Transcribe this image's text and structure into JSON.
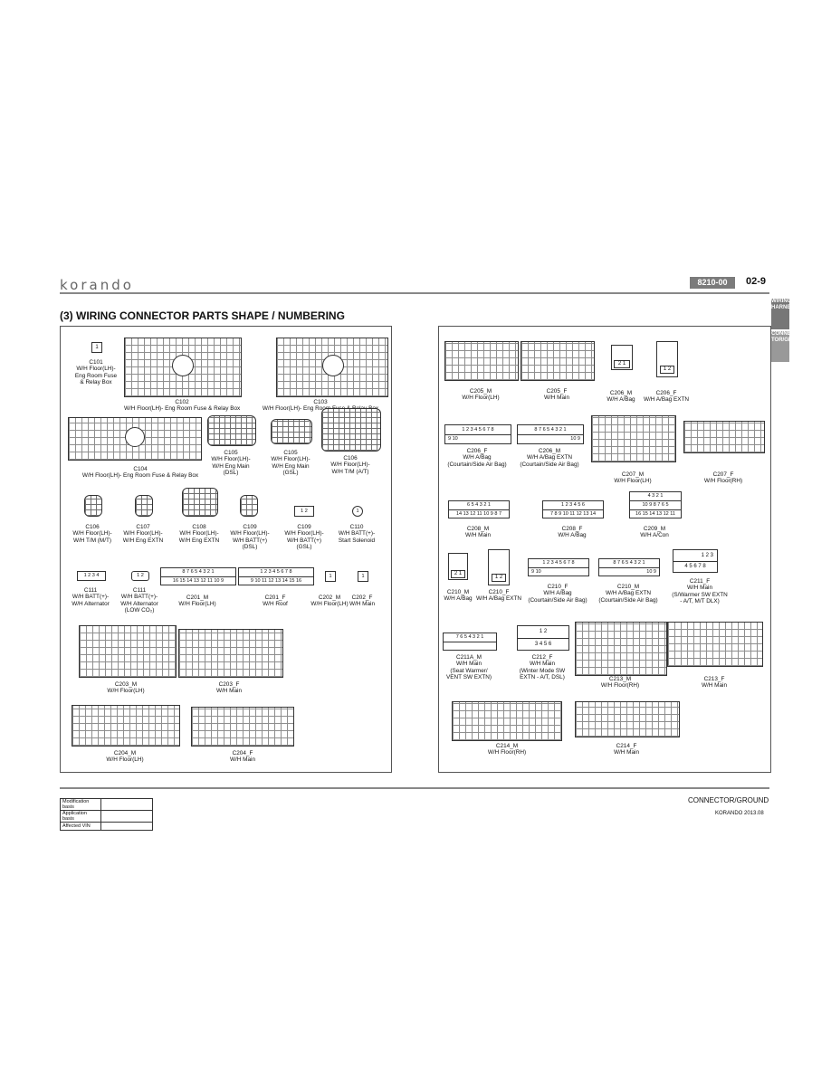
{
  "header": {
    "brand": "korando",
    "code": "8210-00",
    "page": "02-9"
  },
  "side_tabs": [
    "WIRING HARNES",
    "CONNEC TOR/GR"
  ],
  "heading": "(3) WIRING CONNECTOR PARTS SHAPE / NUMBERING",
  "left": {
    "c101": "C101\nW/H Floor(LH)-\nEng Room Fuse\n& Relay Box",
    "c102": "C102\nW/H Floor(LH)- Eng Room Fuse & Relay Box",
    "c103": "C103\nW/H Floor(LH)- Eng Room Fuse & Relay Box",
    "c104": "C104\nW/H Floor(LH)- Eng Room Fuse & Relay Box",
    "c105a": "C105\nW/H Floor(LH)-\nW/H Eng Main\n(DSL)",
    "c105b": "C105\nW/H Floor(LH)-\nW/H Eng Main\n(GSL)",
    "c106a": "C106\nW/H Floor(LH)-\nW/H T/M (A/T)",
    "c106b": "C106\nW/H Floor(LH)-\nW/H T/M (M/T)",
    "c107": "C107\nW/H Floor(LH)-\nW/H Eng EXTN",
    "c108": "C108\nW/H Floor(LH)-\nW/H Eng EXTN",
    "c109a": "C109\nW/H Floor(LH)-\nW/H BATT(+)\n(DSL)",
    "c109b": "C109\nW/H Floor(LH)-\nW/H BATT(+)\n(GSL)",
    "c110": "C110\nW/H BATT(+)-\nStart Solenoid",
    "c111a": "C111\nW/H BATT(+)-\nW/H Alternator",
    "c111b": "C111\nW/H BATT(+)-\nW/H Alternator\n(LOW CO₂)",
    "c201m": "C201_M\nW/H Floor(LH)",
    "c201f": "C201_F\nW/H Roof",
    "c202m": "C202_M\nW/H Floor(LH)",
    "c202f": "C202_F\nW/H Main",
    "c203m": "C203_M\nW/H Floor(LH)",
    "c203f": "C203_F\nW/H Main",
    "c204m": "C204_M\nW/H Floor(LH)",
    "c204f": "C204_F\nW/H Main"
  },
  "right": {
    "c205m": "C205_M\nW/H Floor(LH)",
    "c205f": "C205_F\nW/H Main",
    "c206m1": "C206_M\nW/H A/Bag",
    "c206f1": "C206_F\nW/H A/Bag EXTN",
    "c206f2": "C206_F\nW/H A/Bag\n(Courtain/Side Air Bag)",
    "c206m2": "C206_M\nW/H A/Bag EXTN\n(Courtain/Side Air Bag)",
    "c207m": "C207_M\nW/H Floor(LH)",
    "c207f": "C207_F\nW/H Floor(RH)",
    "c208m": "C208_M\nW/H Main",
    "c208f": "C208_F\nW/H A/Bag",
    "c209m": "C209_M\nW/H A/Con",
    "c210m1": "C210_M\nW/H A/Bag",
    "c210f1": "C210_F\nW/H A/Bag EXTN",
    "c210f2": "C210_F\nW/H A/Bag\n(Courtain/Side Air Bag)",
    "c210m2": "C210_M\nW/H A/Bag EXTN\n(Courtain/Side Air Bag)",
    "c211f": "C211_F\nW/H Main\n(S/Warmer SW EXTN\n- A/T, M/T DLX)",
    "c211am": "C211A_M\nW/H Main\n(Seat Warmer/\nVENT SW EXTN)",
    "c212f": "C212_F\nW/H Main\n(Winter Mode SW\nEXTN - A/T, DSL)",
    "c213m": "C213_M\nW/H Floor(RH)",
    "c213f": "C213_F\nW/H Main",
    "c214m": "C214_M\nW/H Floor(RH)",
    "c214f": "C214_F\nW/H Main"
  },
  "pins": {
    "c101": "1",
    "c110": "1",
    "c111a": "1 2 3 4",
    "c111b": "1 2",
    "c109": "1 2",
    "c201m_top": "8 7 6 5 4 3 2 1",
    "c201m_bot": "16 15 14 13 12 11 10 9",
    "c201f_top": "1 2 3 4 5 6 7 8",
    "c201f_bot": "9 10 11 12 13 14 15 16",
    "c202f": "1",
    "c202m": "1",
    "c206f2_top": "1 2 3 4 5 6 7 8",
    "c206f2_bot": "9 10",
    "c206m2_top": "8 7 6 5 4 3 2 1",
    "c206m2_bot": "10 9",
    "c206m1": "2 1",
    "c206f1": "1 2",
    "c208m_top": "6 5 4 3 2 1",
    "c208m_bot": "14 13 12 11 10 9 8 7",
    "c208f_top": "1 2 3 4 5 6",
    "c208f_bot": "7 8 9 10 11 12 13 14",
    "c209m_top": "4 3 2 1",
    "c209m_mid": "10 9 8 7 6 5",
    "c209m_bot": "16 15 14 13 12 11",
    "c210m1": "2 1",
    "c210f1": "1 2",
    "c210f2_top": "1 2 3 4 5 6 7 8",
    "c210f2_bot": "9 10",
    "c210m2_top": "8 7 6 5 4 3 2 1",
    "c210m2_bot": "10 9",
    "c211f_top": "1 2 3",
    "c211f_bot": "4 5 6 7 8",
    "c211am": "7 6 5 4 3 2 1",
    "c212f_top": "1 2",
    "c212f_bot": "3 4 5 6"
  },
  "modification_table": [
    "Modification basis",
    "Application basis",
    "Affected VIN"
  ],
  "footer": {
    "title": "CONNECTOR/GROUND",
    "model": "KORANDO 2013.08"
  }
}
